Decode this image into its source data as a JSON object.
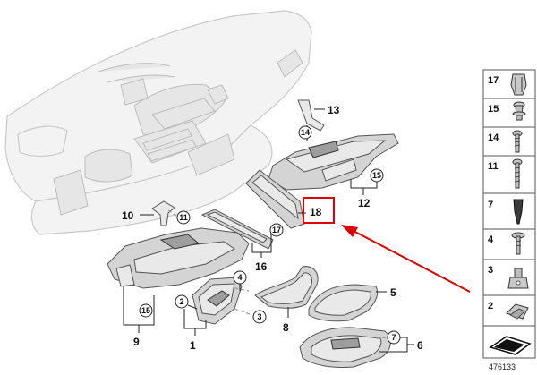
{
  "colors": {
    "highlight": "#e00000",
    "part_fill": "#d4d4d4",
    "dashboard_fill": "#f3f3f3",
    "stroke": "#333333"
  },
  "callouts": {
    "p1": "1",
    "p2": "2",
    "p3": "3",
    "p4": "4",
    "p5": "5",
    "p6": "6",
    "p7": "7",
    "p8": "8",
    "p9": "9",
    "p10": "10",
    "p11": "11",
    "p12": "12",
    "p13": "13",
    "p14": "14",
    "p15a": "15",
    "p15b": "15",
    "p16": "16",
    "p17": "17",
    "p18": "18"
  },
  "legend": {
    "items": [
      "17",
      "15",
      "14",
      "11",
      "7",
      "4",
      "3",
      "2"
    ],
    "item_icons": [
      "clip-icon",
      "expanding-rivet-icon",
      "screw-icon",
      "screw-icon",
      "plug-icon",
      "washer-screw-icon",
      "nut-icon",
      "clip-nut-icon"
    ]
  },
  "diagram_id": "476133"
}
